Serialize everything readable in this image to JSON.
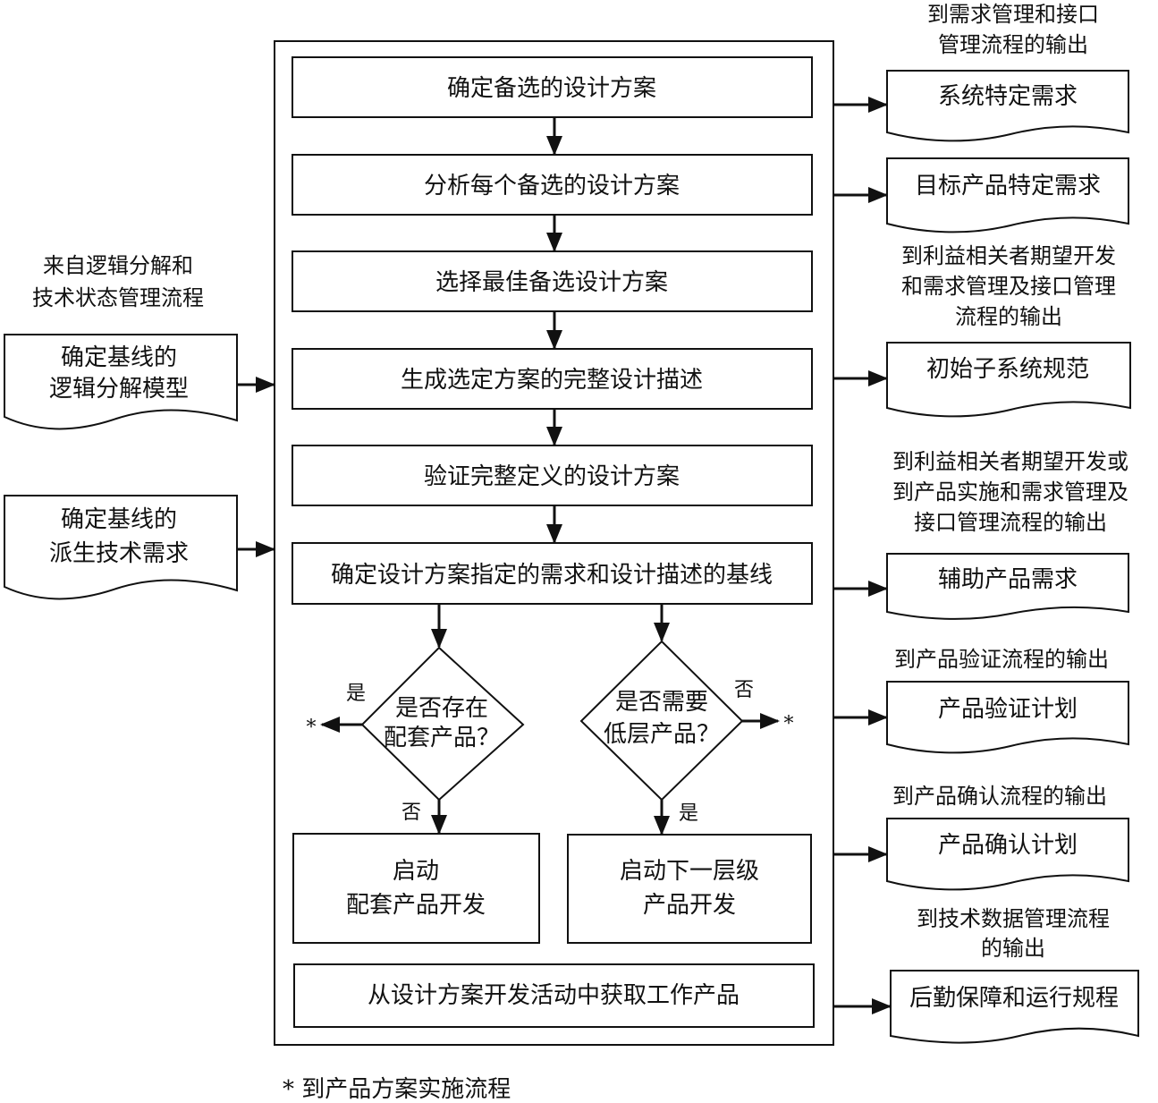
{
  "main_steps": [
    "确定备选的设计方案",
    "分析每个备选的设计方案",
    "选择最佳备选设计方案",
    "生成选定方案的完整设计描述",
    "验证完整定义的设计方案",
    "确定设计方案指定的需求和设计描述的基线"
  ],
  "decisions": {
    "left": {
      "lines": [
        "是否存在",
        "配套产品？"
      ],
      "yes_label": "是",
      "no_label": "否",
      "yes_target": "*"
    },
    "right": {
      "lines": [
        "是否需要",
        "低层产品？"
      ],
      "yes_label": "是",
      "no_label": "否",
      "no_target": "*"
    }
  },
  "outcome_boxes": {
    "left": [
      "启动",
      "配套产品开发"
    ],
    "right": [
      "启动下一层级",
      "产品开发"
    ]
  },
  "final_step": "从设计方案开发活动中获取工作产品",
  "inputs": {
    "source_label": [
      "来自逻辑分解和",
      "技术状态管理流程"
    ],
    "documents": [
      [
        "确定基线的",
        "逻辑分解模型"
      ],
      [
        "确定基线的",
        "派生技术需求"
      ]
    ]
  },
  "outputs": [
    {
      "destination": [
        "到需求管理和接口",
        "管理流程的输出"
      ],
      "documents": [
        "系统特定需求",
        "目标产品特定需求"
      ]
    },
    {
      "destination": [
        "到利益相关者期望开发",
        "和需求管理及接口管理",
        "流程的输出"
      ],
      "documents": [
        "初始子系统规范"
      ]
    },
    {
      "destination": [
        "到利益相关者期望开发或",
        "到产品实施和需求管理及",
        "接口管理流程的输出"
      ],
      "documents": [
        "辅助产品需求"
      ]
    },
    {
      "destination": [
        "到产品验证流程的输出"
      ],
      "documents": [
        "产品验证计划"
      ]
    },
    {
      "destination": [
        "到产品确认流程的输出"
      ],
      "documents": [
        "产品确认计划"
      ]
    },
    {
      "destination": [
        "到技术数据管理流程",
        "的输出"
      ],
      "documents": [
        "后勤保障和运行规程"
      ]
    }
  ],
  "footnote": "* 到产品方案实施流程"
}
